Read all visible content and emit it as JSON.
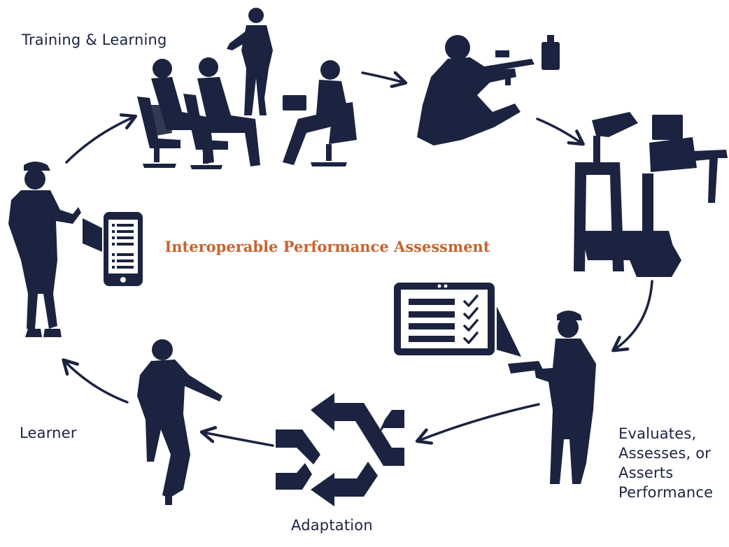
{
  "title": "Interoperable Performance Assessment",
  "labels": {
    "training": "Training & Learning",
    "learner": "Learner",
    "adaptation": "Adaptation",
    "evaluates": "Evaluates,\nAssesses, or\nAsserts\nPerformance"
  },
  "colors": {
    "navy": "#1b2340",
    "title_orange": "#c8632f",
    "background": "#ffffff"
  },
  "icons": [
    "classroom-training-icon",
    "kneeling-marksman-icon",
    "shooting-simulator-icon",
    "checklist-tablet-icon",
    "evaluator-soldier-icon",
    "shuffle-adapt-icon",
    "patrol-soldier-icon",
    "learner-soldier-icon",
    "smartphone-icon"
  ]
}
